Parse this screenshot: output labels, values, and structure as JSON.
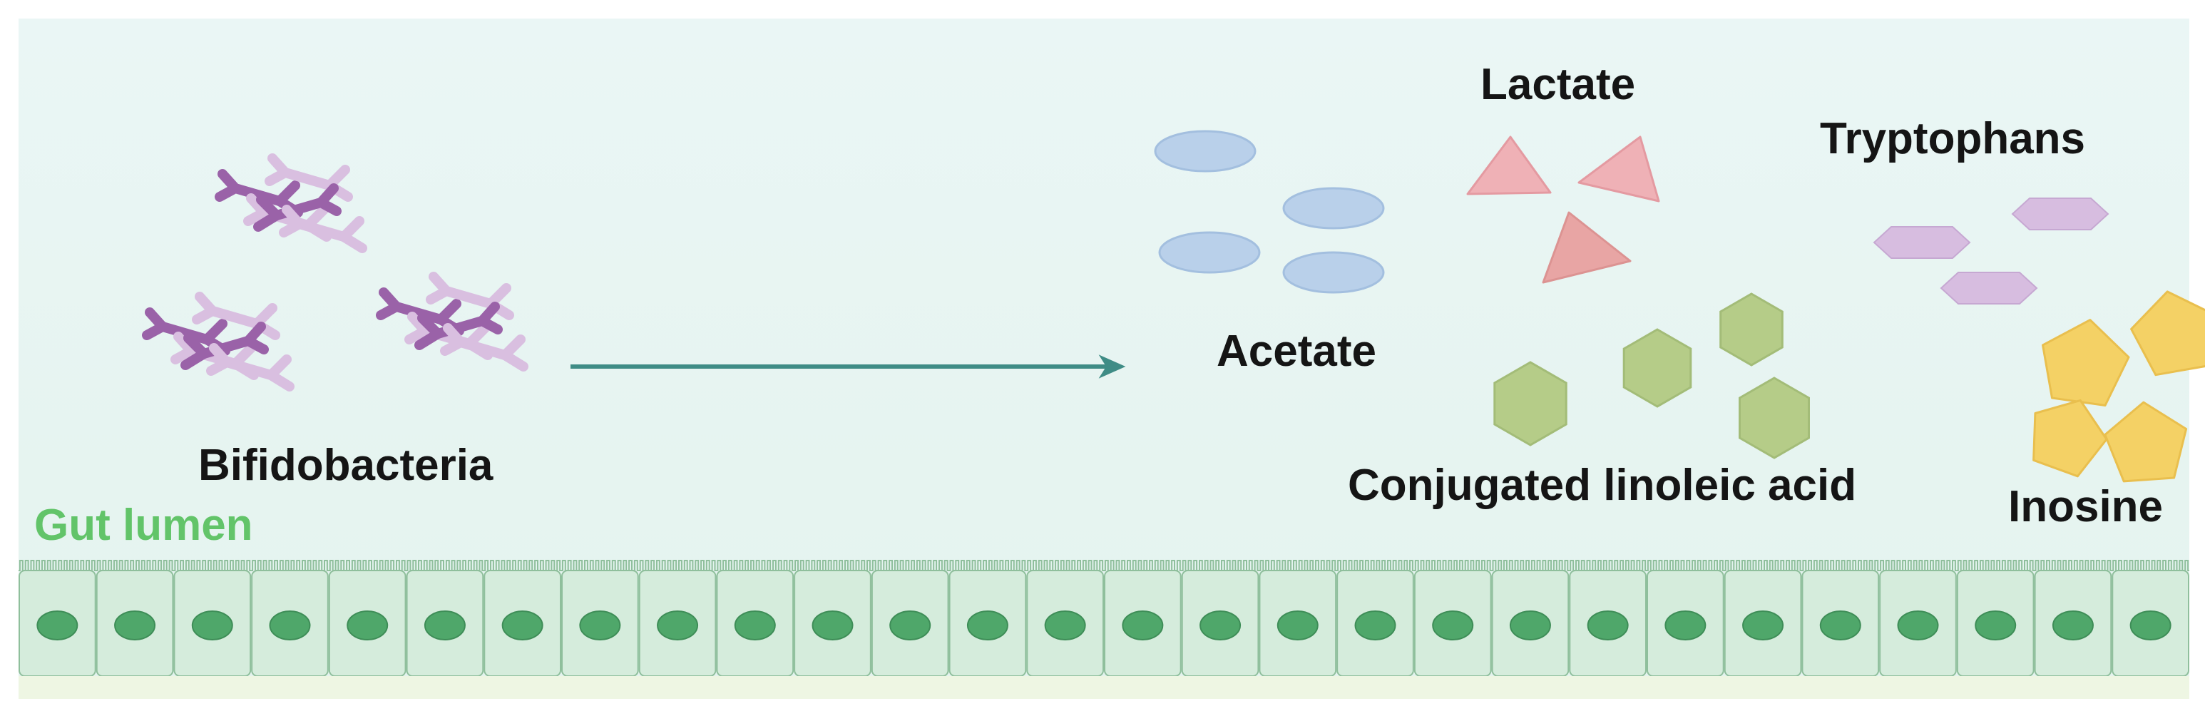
{
  "labels": {
    "bifidobacteria": "Bifidobacteria",
    "acetate": "Acetate",
    "lactate": "Lactate",
    "tryptophans": "Tryptophans",
    "cla": "Conjugated linoleic acid",
    "inosine": "Inosine",
    "gut_lumen": "Gut lumen"
  },
  "colors": {
    "background": "#e9f5f3",
    "bacteria_light": "#d9bfe0",
    "bacteria_dark": "#9a62a8",
    "arrow": "#3f8c86",
    "acetate": "#b9d0ea",
    "lactate": "#efb1b6",
    "tryptophans": "#d7bde0",
    "cla": "#b5cc88",
    "inosine": "#f4d165",
    "epithelium": "#d5ecdc",
    "epithelium_border": "#8fbf9c",
    "nucleus": "#4fa76a",
    "gut_lumen_text": "#62c469"
  },
  "epithelium": {
    "cell_count": 28
  }
}
